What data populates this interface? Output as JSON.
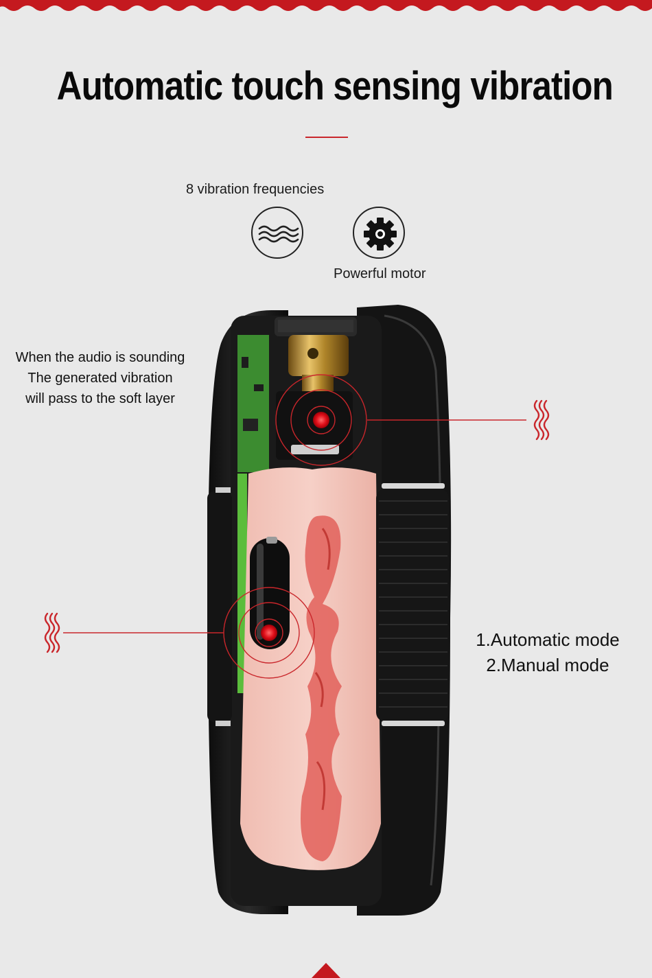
{
  "title": "Automatic touch sensing vibration",
  "features": {
    "frequency_label": "8 vibration frequencies",
    "motor_label": "Powerful motor",
    "frequency_icon": "wave-lines-icon",
    "motor_icon": "gear-icon"
  },
  "audio_description": {
    "line1": "When the audio is sounding",
    "line2": "The generated vibration",
    "line3": "will pass to the soft layer"
  },
  "modes": {
    "mode1": "1.Automatic mode",
    "mode2": "2.Manual mode"
  },
  "colors": {
    "accent": "#c9262b",
    "background": "#e9e9e9",
    "device_shell": "#1c1c1c",
    "soft_layer": "#f3c6bd"
  }
}
